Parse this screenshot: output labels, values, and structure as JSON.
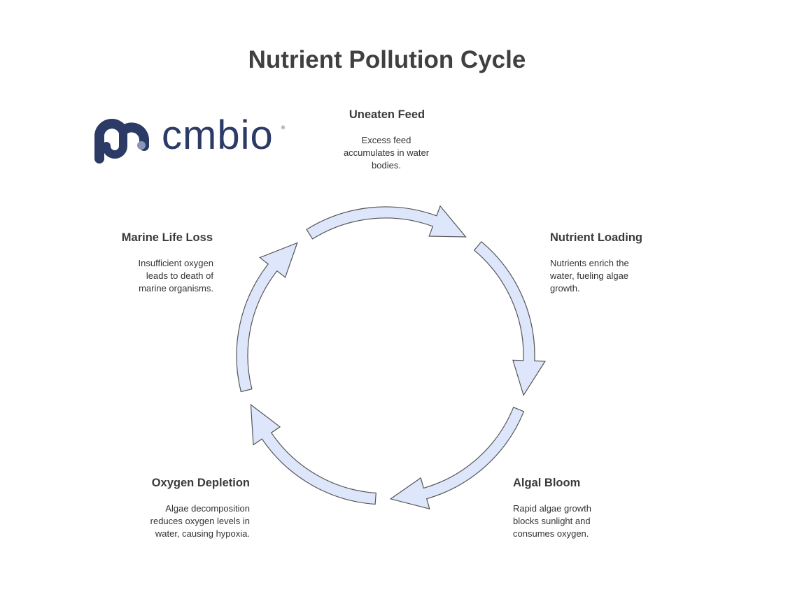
{
  "title": "Nutrient Pollution Cycle",
  "logo": {
    "text": "cmbio",
    "color": "#2c3a66",
    "accent": "#8a96b8"
  },
  "colors": {
    "arrow_fill": "#dde6fb",
    "arrow_stroke": "#555555"
  },
  "stages": [
    {
      "title": "Uneaten Feed",
      "lines": [
        "Excess feed",
        "accumulates in water",
        "bodies."
      ]
    },
    {
      "title": "Nutrient Loading",
      "lines": [
        "Nutrients enrich the",
        "water, fueling algae",
        "growth."
      ]
    },
    {
      "title": "Algal Bloom",
      "lines": [
        "Rapid algae growth",
        "blocks sunlight and",
        "consumes oxygen."
      ]
    },
    {
      "title": "Oxygen Depletion",
      "lines": [
        "Algae decomposition",
        "reduces oxygen levels in",
        "water, causing hypoxia."
      ]
    },
    {
      "title": "Marine Life Loss",
      "lines": [
        "Insufficient oxygen",
        "leads to death of",
        "marine organisms."
      ]
    }
  ]
}
